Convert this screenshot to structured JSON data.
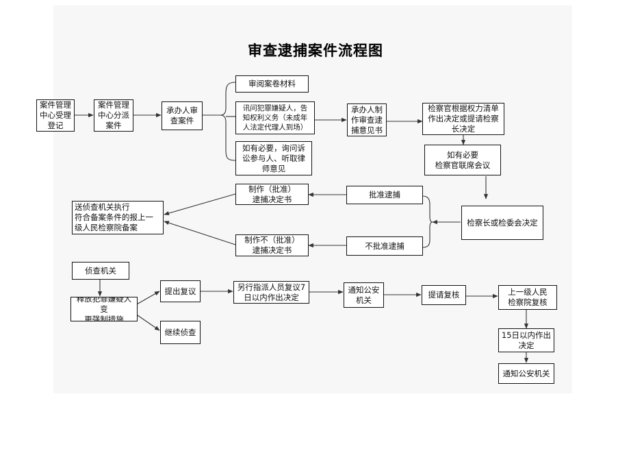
{
  "title": "审查逮捕案件流程图",
  "nodes": {
    "register": "案件管理\n中心受理\n登记",
    "dispatch": "案件管理\n中心分派\n案件",
    "handler_review": "承办人审\n查案件",
    "read_files": "审阅案卷材料",
    "interrogate": "讯问犯罪嫌疑人，告\n知权利义务（未成年\n人法定代理人到场）",
    "consult": "如有必要，询问诉\n讼参与人、听取律\n师意见",
    "opinion": "承办人制\n作审查逮\n捕意见书",
    "prosecutor_decide": "检察官根据权力清单\n作出决定或提请检察\n长决定",
    "joint_meeting": "如有必要\n检察官联席会议",
    "chief_decide": "检察长或检委会决定",
    "approve": "批准逮捕",
    "not_approve": "不批准逮捕",
    "make_approve": "制作（批准）\n逮捕决定书",
    "make_not_approve": "制作不（批准）\n逮捕决定书",
    "send_police": "送侦查机关执行\n符合备案条件的报上一\n级人民检察院备案",
    "investigation": "侦查机关",
    "release": "释放犯罪嫌疑人变\n更强制措施",
    "request_review": "提出复议",
    "continue_investigation": "继续侦查",
    "reassign": "另行指派人员复议7\n日以内作出决定",
    "notify_police_1": "通知公安\n机关",
    "request_recheck": "提请复核",
    "higher_recheck": "上一级人民\n检察院复核",
    "decide_15_days": "15日以内作出\n决定",
    "notify_police_2": "通知公安机关"
  },
  "colors": {
    "line": "#333333",
    "paper": "#f7f7f7",
    "box": "#ffffff"
  }
}
